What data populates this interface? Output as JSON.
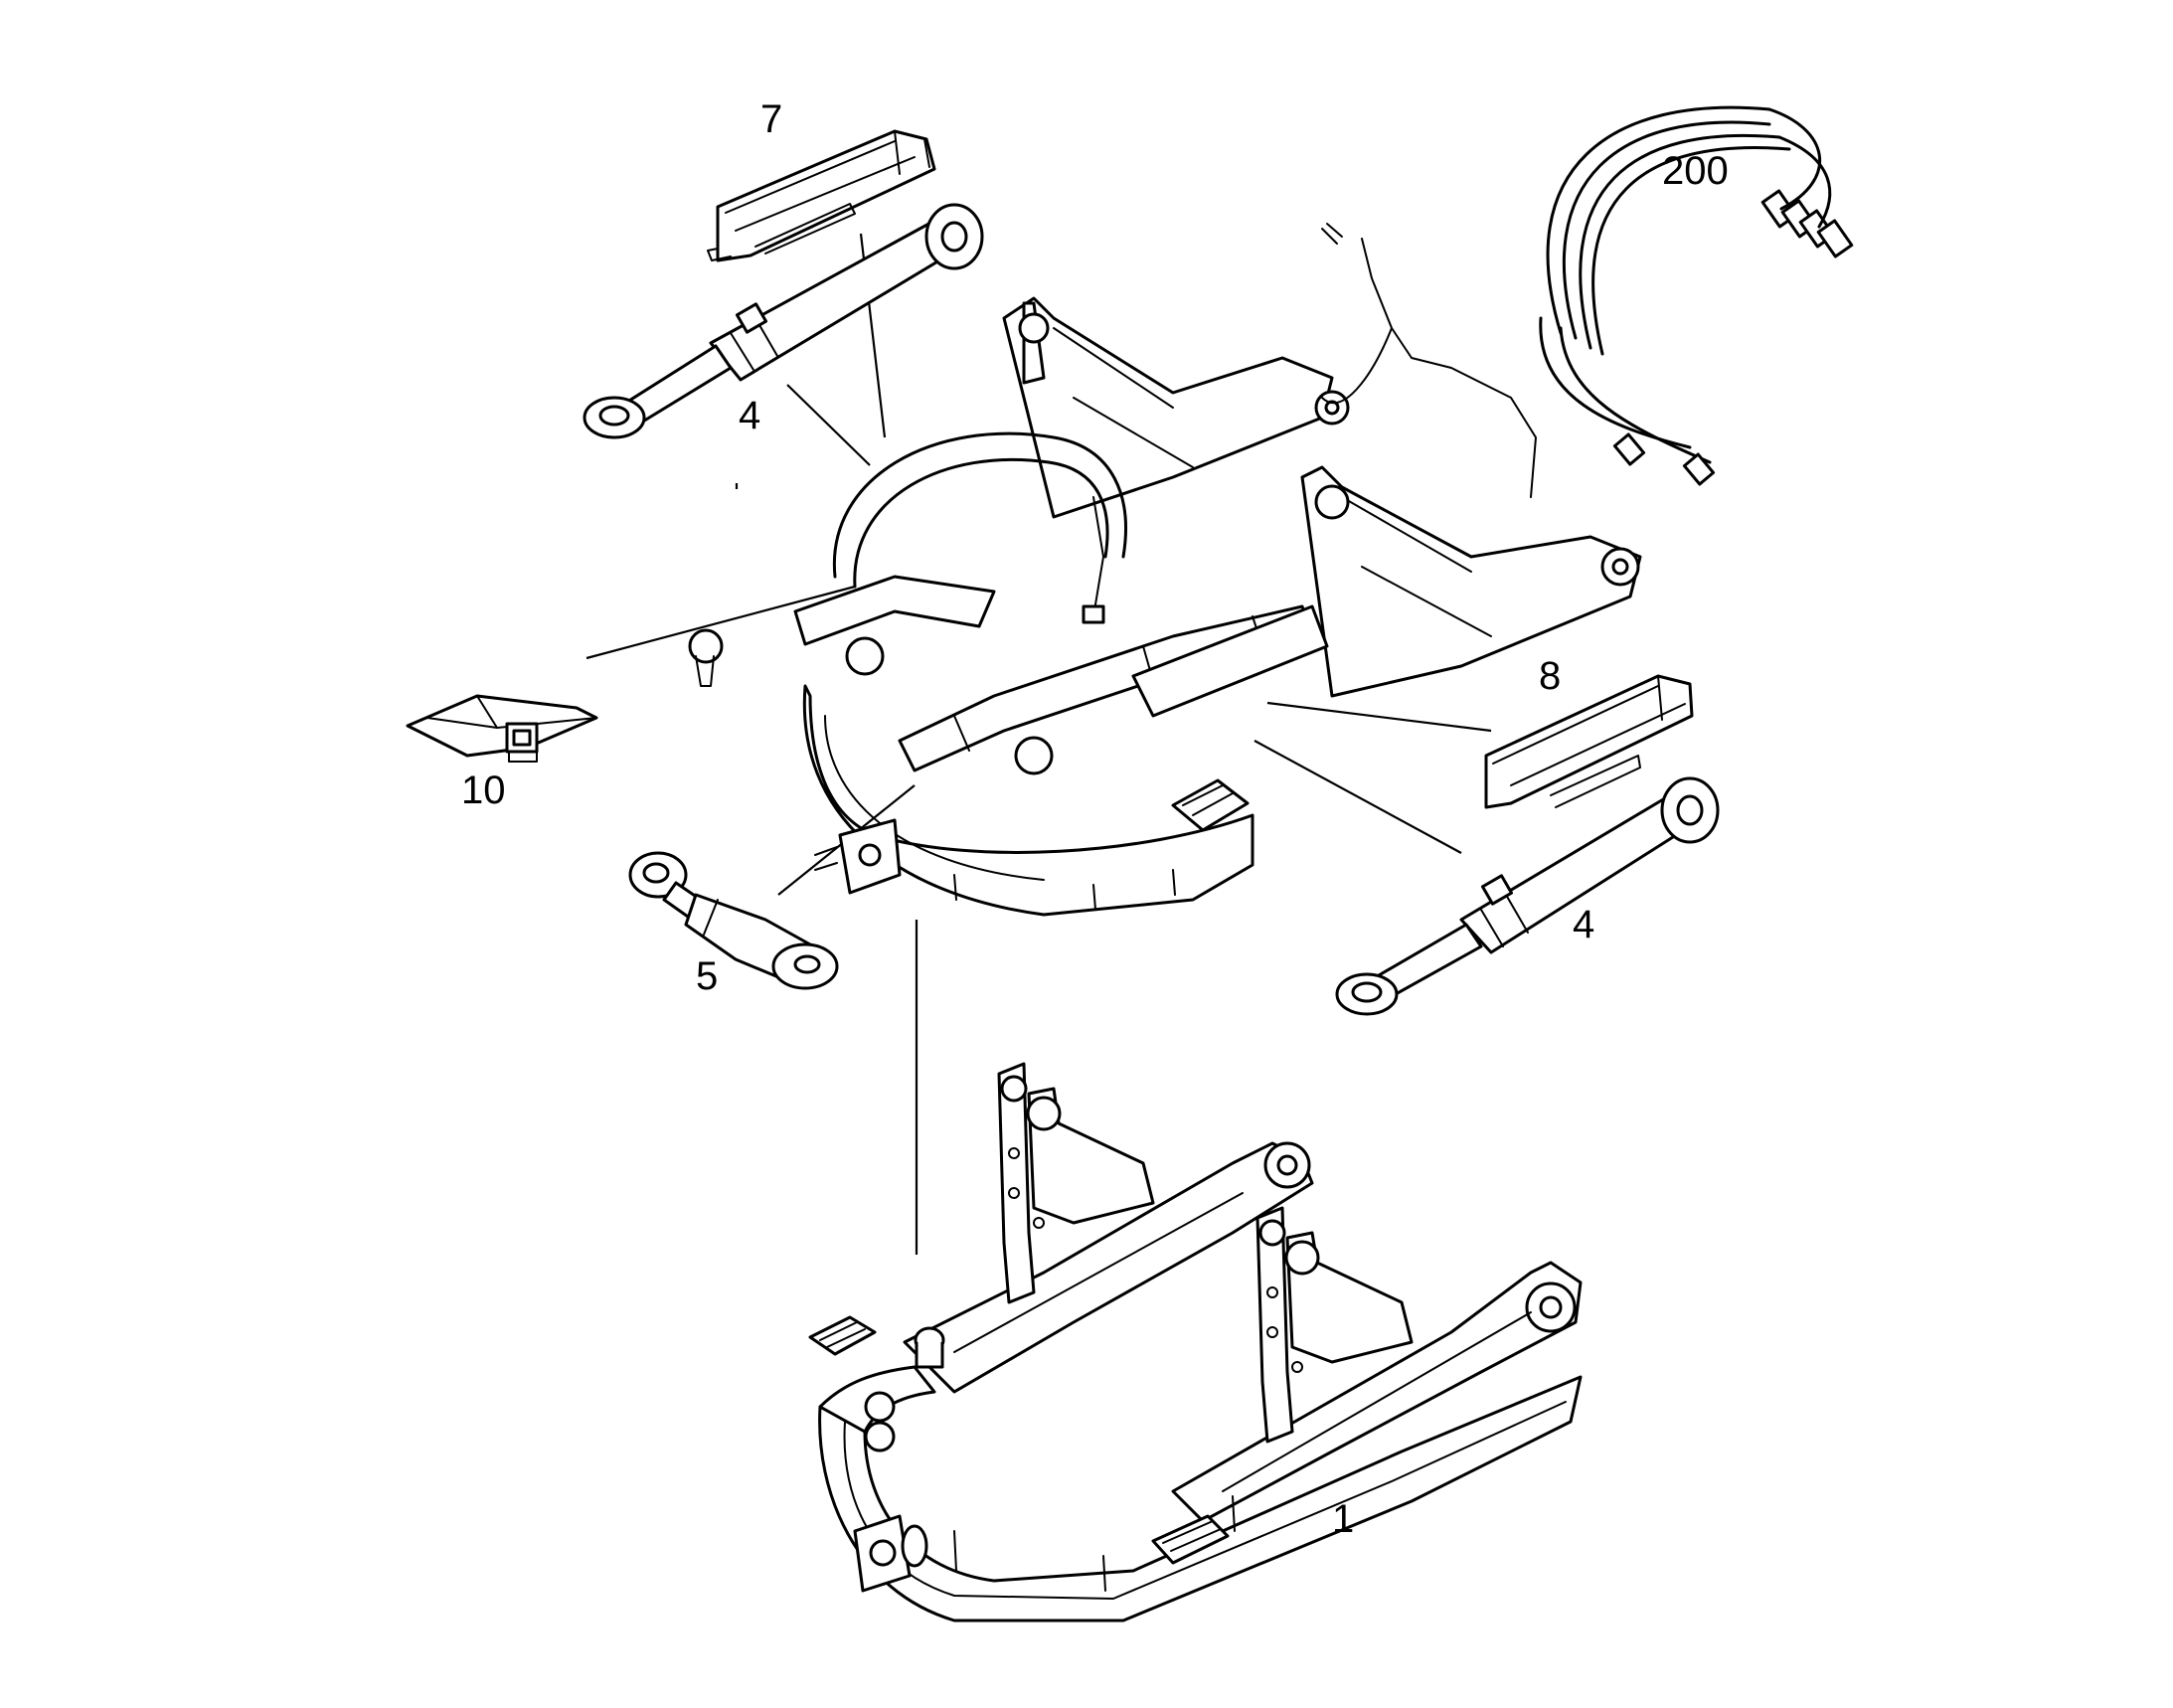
{
  "callouts": [
    {
      "id": "item-7",
      "text": "7"
    },
    {
      "id": "item-200",
      "text": "200"
    },
    {
      "id": "item-4-top",
      "text": "4"
    },
    {
      "id": "item-8",
      "text": "8"
    },
    {
      "id": "item-10",
      "text": "10"
    },
    {
      "id": "item-4-right",
      "text": "4"
    },
    {
      "id": "item-5",
      "text": "5"
    },
    {
      "id": "item-1",
      "text": "1"
    }
  ],
  "colors": {
    "line": "#000000",
    "background": "#ffffff"
  }
}
